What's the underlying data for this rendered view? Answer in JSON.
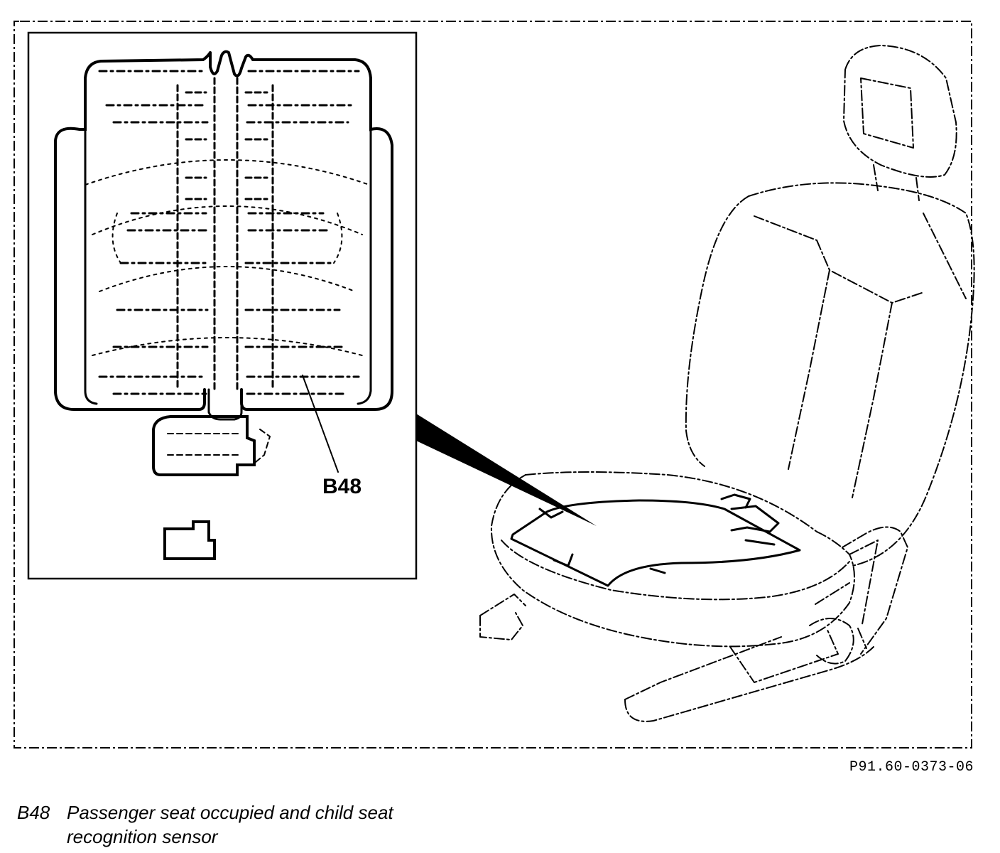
{
  "callout": {
    "label": "B48"
  },
  "figure_code": "P91.60-0373-06",
  "caption": {
    "code": "B48",
    "line1": "Passenger seat occupied and child seat",
    "line2": "recognition sensor"
  }
}
